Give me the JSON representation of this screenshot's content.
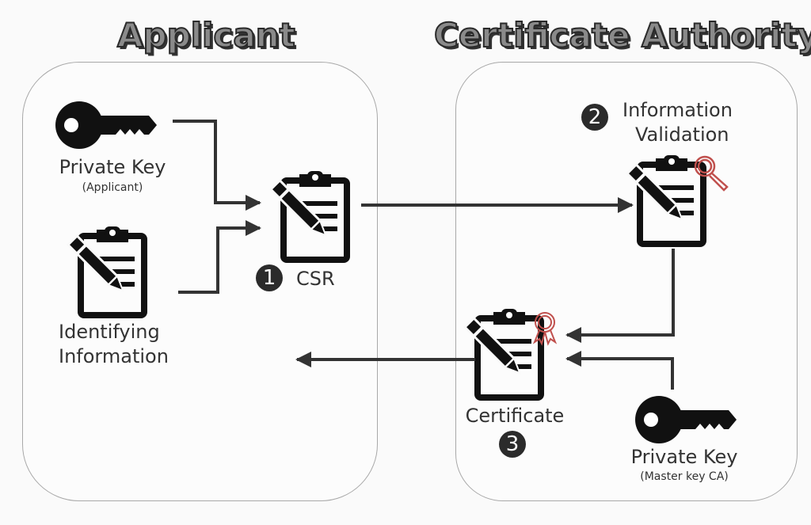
{
  "titles": {
    "applicant": "Applicant",
    "ca": "Certificate Authority"
  },
  "applicant": {
    "private_key": {
      "label": "Private Key",
      "sublabel": "(Applicant)"
    },
    "identifying_info": {
      "line1": "Identifying",
      "line2": "Information"
    },
    "csr": {
      "step": "1",
      "label": "CSR"
    }
  },
  "ca": {
    "validation": {
      "step": "2",
      "line1": "Information",
      "line2": "Validation"
    },
    "certificate": {
      "step": "3",
      "label": "Certificate"
    },
    "master_key": {
      "label": "Private Key",
      "sublabel": "(Master key CA)"
    }
  },
  "colors": {
    "ink": "#111111",
    "connector": "#333333",
    "accent": "#c0504d",
    "panel_border": "#a8a8a8"
  }
}
